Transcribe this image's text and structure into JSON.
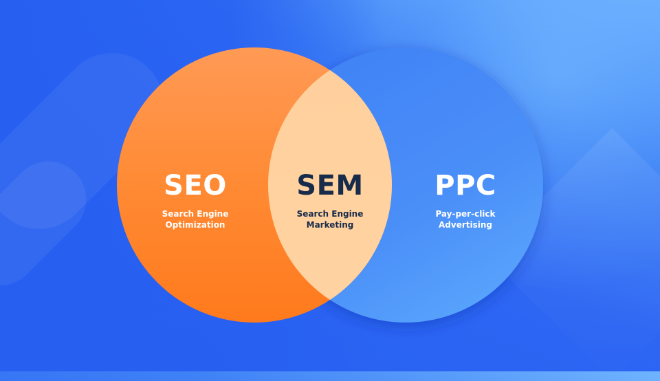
{
  "diagram": {
    "type": "venn",
    "background_colors": {
      "primary": "#2760f1",
      "glow": "#6fb4ff"
    },
    "sets": [
      {
        "id": "seo",
        "abbr": "SEO",
        "line1": "Search Engine",
        "line2": "Optimization",
        "color": "#ff8534",
        "text_color": "#ffffff"
      },
      {
        "id": "ppc",
        "abbr": "PPC",
        "line1": "Pay-per-click",
        "line2": "Advertising",
        "color": "#4c8ef8",
        "text_color": "#ffffff"
      }
    ],
    "intersection": {
      "id": "sem",
      "abbr": "SEM",
      "line1": "Search Engine",
      "line2": "Marketing",
      "color": "#ffd3a1",
      "text_color": "#172b4a"
    }
  }
}
